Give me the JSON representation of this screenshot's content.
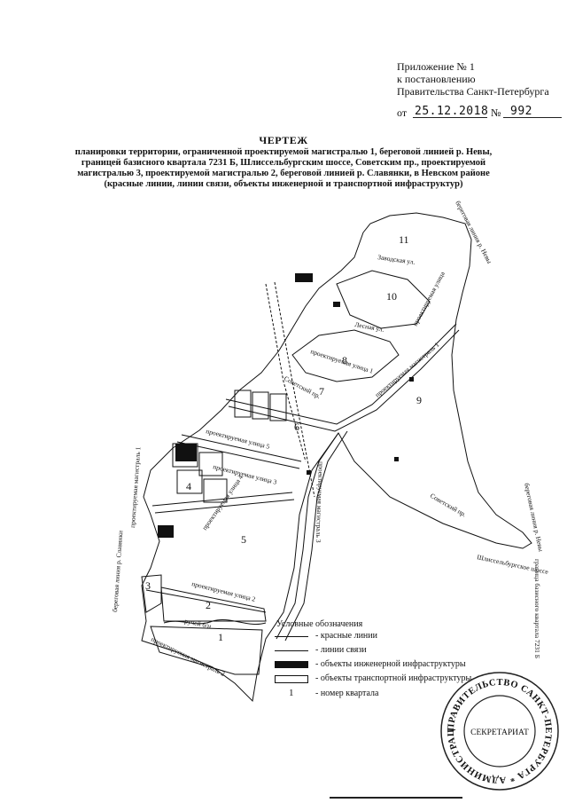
{
  "header": {
    "line1": "Приложение № 1",
    "line2": "к постановлению",
    "line3": "Правительства Санкт-Петербурга",
    "from_prefix": "от",
    "date": "25.12.2018",
    "number_sign": "№",
    "number": "992"
  },
  "title": {
    "main": "ЧЕРТЕЖ",
    "lines": [
      "планировки территории, ограниченной проектируемой магистралью 1, береговой линией р. Невы,",
      "границей базисного квартала 7231 Б, Шлиссельбургским шоссе, Советским пр., проектируемой",
      "магистралью 3, проектируемой магистралью 2, береговой линией р. Славянки, в Невском районе",
      "(красные линии, линии связи, объекты инженерной и транспортной инфраструктур)"
    ]
  },
  "map": {
    "block_numbers": [
      "1",
      "2",
      "3",
      "4",
      "5",
      "6",
      "7",
      "8",
      "9",
      "10",
      "11"
    ],
    "labels": {
      "bereg_neva_top": "береговая линия р. Невы",
      "zavodskaya": "Заводская ул.",
      "lesnaya": "Лесная ул.",
      "proj_street_side": "проектируемая улица",
      "proj_street_1": "проектируемая улица 1",
      "proj_street_2": "проектируемая улица 2",
      "proj_street_3": "проектируемая улица 3",
      "proj_street_4": "проектируемая улица 4",
      "proj_street_5": "проектируемая улица 5",
      "proj_mag_1": "проектируемая магистраль 1",
      "proj_mag_2": "проектируемая магистраль 2",
      "proj_mag_3": "проектируемая магистраль 3",
      "sovetsky_1": "Советский пр.",
      "sovetsky_2": "Советский пр.",
      "shlisselburg": "Шлиссельбургское шоссе",
      "bereg_neva_right": "береговая линия р. Невы",
      "bereg_slavyanka": "береговая линия р. Славянки",
      "ruchey": "ручей б/н",
      "granica": "граница базисного квартала 7231 Б"
    }
  },
  "legend": {
    "title": "Условные обозначения",
    "items": [
      {
        "label": "- красные линии"
      },
      {
        "label": "- линии связи"
      },
      {
        "label": "- объекты инженерной инфраструктуры"
      },
      {
        "label": "- объекты транспортной инфраструктуры"
      },
      {
        "symbol": "1",
        "label": "- номер квартала"
      }
    ]
  },
  "stamp": {
    "ring_text": "ПРАВИТЕЛЬСТВО САНКТ-ПЕТЕРБУРГА * АДМИНИСТРАЦИЯ ГУБЕРНАТОРА *",
    "center": "СЕКРЕТАРИАТ"
  }
}
